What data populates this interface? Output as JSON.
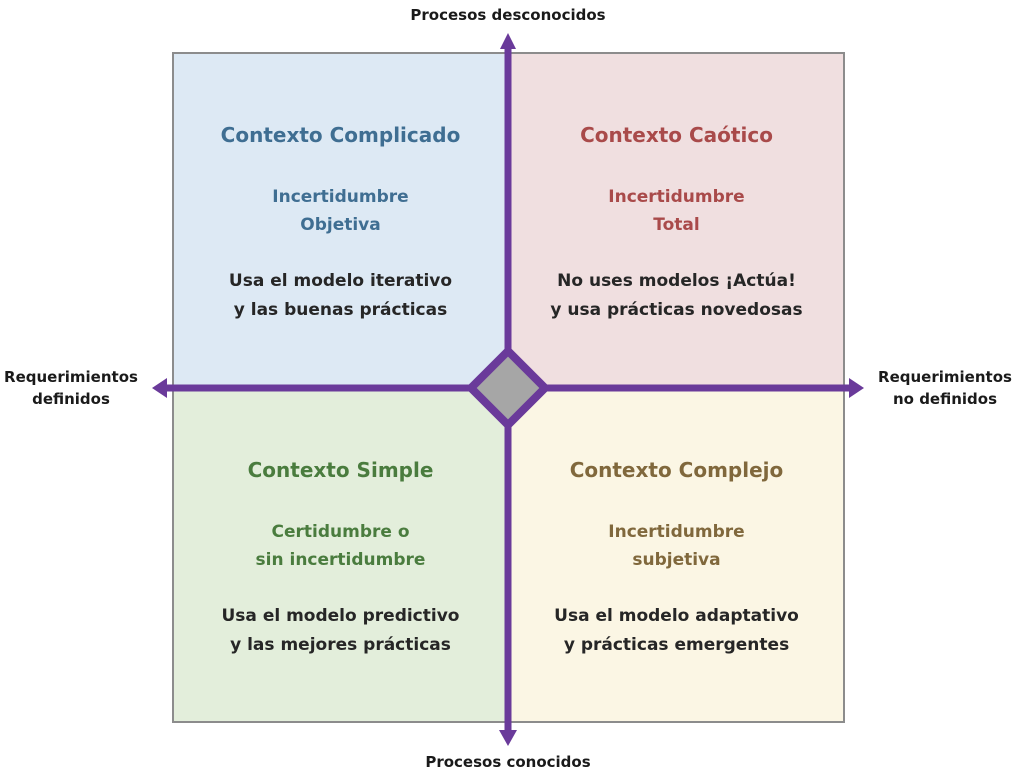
{
  "axes": {
    "top": "Procesos desconocidos",
    "bottom": "Procesos conocidos",
    "left": [
      "Requerimientos",
      "definidos"
    ],
    "right": [
      "Requerimientos",
      "no definidos"
    ]
  },
  "quadrants": {
    "complicated": {
      "title": "Contexto Complicado",
      "uncertainty": [
        "Incertidumbre",
        "Objetiva"
      ],
      "advice": [
        "Usa el modelo iterativo",
        "y las buenas prácticas"
      ],
      "color": "#3f6e92"
    },
    "chaotic": {
      "title": "Contexto Caótico",
      "uncertainty": [
        "Incertidumbre",
        "Total"
      ],
      "advice": [
        "No uses modelos ¡Actúa!",
        "y usa prácticas novedosas"
      ],
      "color": "#a94a4a"
    },
    "simple": {
      "title": "Contexto Simple",
      "uncertainty": [
        "Certidumbre o",
        "sin incertidumbre"
      ],
      "advice": [
        "Usa el modelo predictivo",
        "y las mejores prácticas"
      ],
      "color": "#4a7c3e"
    },
    "complex": {
      "title": "Contexto Complejo",
      "uncertainty": [
        "Incertidumbre",
        "subjetiva"
      ],
      "advice": [
        "Usa el modelo adaptativo",
        "y prácticas emergentes"
      ],
      "color": "#80683c"
    }
  },
  "colors": {
    "axis": "#6a3a9a",
    "center": "#a6a6a6"
  }
}
